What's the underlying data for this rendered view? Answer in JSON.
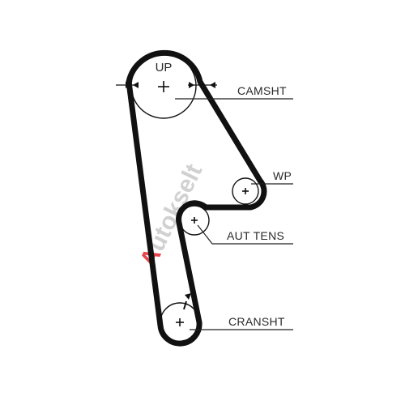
{
  "diagram": {
    "top_pulley_label": "UP",
    "labels": {
      "camshaft": "CAMSHT",
      "water_pump": "WP",
      "auto_tensioner": "AUT TENS",
      "crankshaft": "CRANSHT"
    },
    "watermark": {
      "first_letter": "A",
      "rest": "utokselt"
    },
    "colors": {
      "belt": "#111111",
      "leader": "#222222",
      "watermark_red": "#e2262e",
      "watermark_grey": "#c9c9c9"
    }
  }
}
